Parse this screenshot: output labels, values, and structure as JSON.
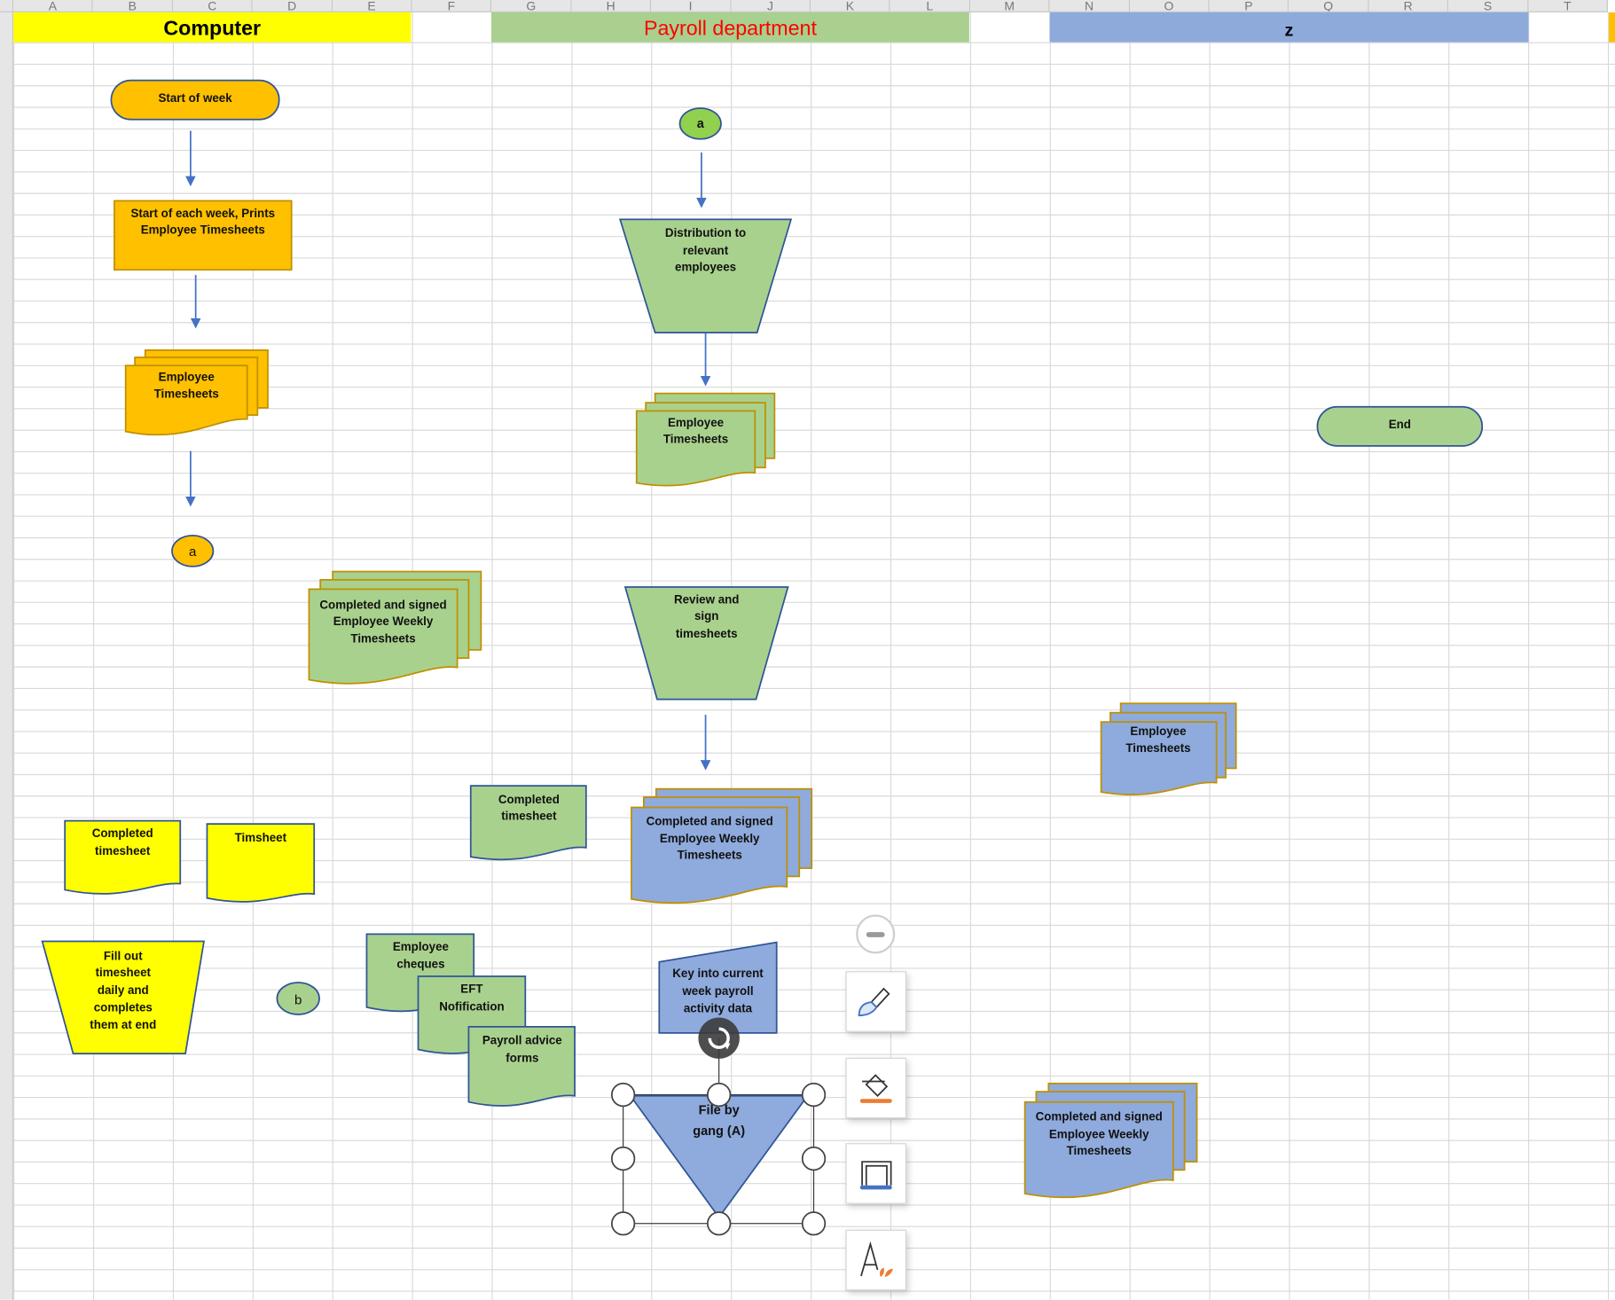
{
  "columns": [
    "A",
    "B",
    "C",
    "D",
    "E",
    "F",
    "G",
    "H",
    "I",
    "J",
    "K",
    "L",
    "M",
    "N",
    "O",
    "P",
    "Q",
    "R",
    "S",
    "T"
  ],
  "lanes": [
    {
      "title": "Computer",
      "fill": "#ffff00",
      "text_color": "#000000"
    },
    {
      "title": "Payroll department",
      "fill": "#a9d08e",
      "text_color": "#ff0000"
    },
    {
      "title": "z",
      "fill": "#8eaadb",
      "text_color": "#000000"
    }
  ],
  "colors": {
    "orange": "#ffc000",
    "yellow": "#ffff00",
    "green": "#a9d18e",
    "bright_green": "#92d050",
    "blue": "#8faadc",
    "outline_blue": "#2f5597",
    "outline_gold": "#bf9000",
    "arrow": "#4472c4"
  },
  "shapes": {
    "start_of_week": "Start of week",
    "print_timesheets_line1": "Start of each week, Prints",
    "print_timesheets_line2": "Employee Timesheets",
    "computer_employee_timesheets": [
      "Employee",
      "Timesheets"
    ],
    "connector_a_computer": "a",
    "completed_signed_weekly_computer": [
      "Completed and signed",
      "Employee Weekly",
      "Timesheets"
    ],
    "completed_timesheet_yellow": [
      "Completed",
      "timesheet"
    ],
    "timsheet": "Timsheet",
    "fill_out": [
      "Fill out",
      "timesheet",
      "daily and",
      "completes",
      "them at end"
    ],
    "connector_b": "b",
    "employee_cheques": [
      "Employee",
      "cheques"
    ],
    "eft_notification": [
      "EFT",
      "Nofification"
    ],
    "payroll_advice_forms": [
      "Payroll advice",
      "forms"
    ],
    "completed_timesheet_green": [
      "Completed",
      "timesheet"
    ],
    "connector_a_payroll": "a",
    "distribution": [
      "Distribution to",
      "relevant",
      "employees"
    ],
    "payroll_employee_timesheets": [
      "Employee",
      "Timesheets"
    ],
    "review_sign": [
      "Review and",
      "sign",
      "timesheets"
    ],
    "completed_signed_weekly_payroll": [
      "Completed and signed",
      "Employee Weekly",
      "Timesheets"
    ],
    "key_into": [
      "Key into current",
      "week payroll",
      "activity data"
    ],
    "file_by_gang": [
      "File by",
      "gang (A)"
    ],
    "end": "End",
    "z_employee_timesheets": [
      "Employee",
      "Timesheets"
    ],
    "z_completed_signed_weekly": [
      "Completed and signed",
      "Employee Weekly",
      "Timesheets"
    ]
  },
  "floating_toolbar": {
    "collapse": "collapse-minus",
    "buttons": [
      "style-brush",
      "fill-bucket",
      "outline",
      "text-effects"
    ]
  }
}
